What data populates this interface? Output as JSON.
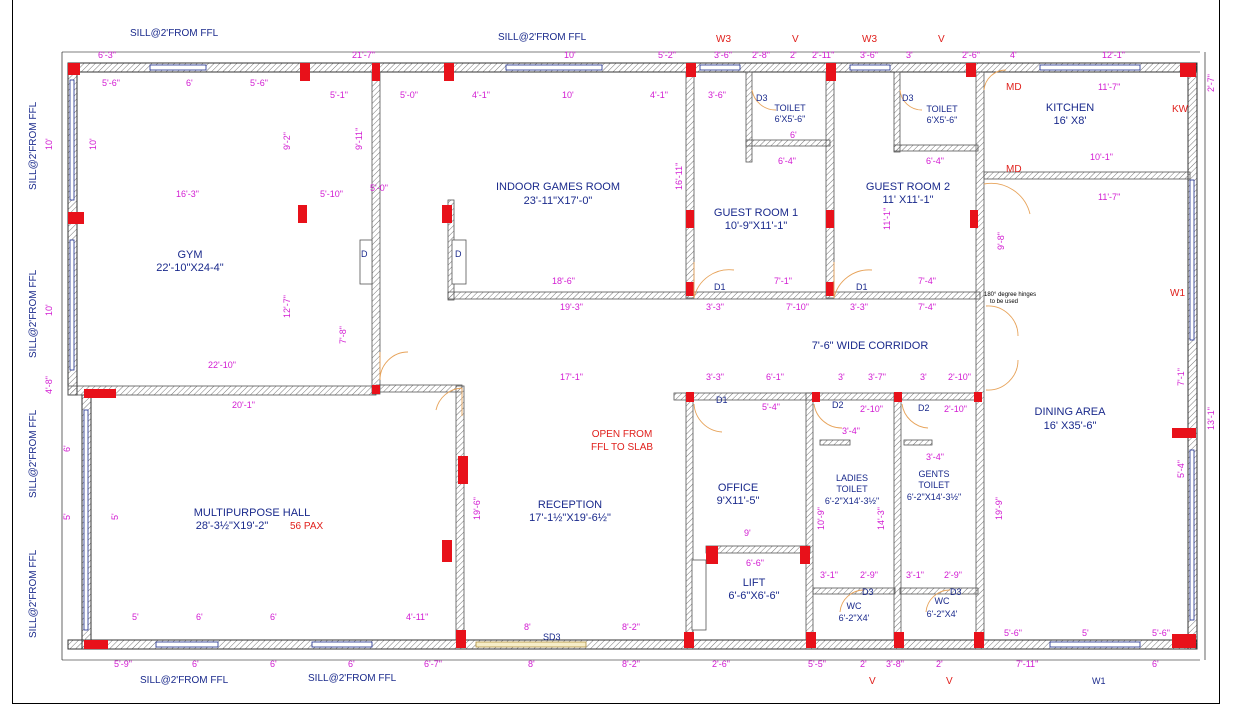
{
  "rooms": {
    "gym": {
      "name": "GYM",
      "size": "22'-10\"X24-4\""
    },
    "indoor_games": {
      "name": "INDOOR GAMES ROOM",
      "size": "23'-11\"X17'-0\""
    },
    "guest_room_1": {
      "name": "GUEST ROOM 1",
      "size": "10'-9\"X11'-1\""
    },
    "guest_room_2": {
      "name": "GUEST ROOM 2",
      "size": "11' X11'-1\""
    },
    "toilet_1": {
      "name": "TOILET",
      "size": "6'X5'-6\""
    },
    "toilet_2": {
      "name": "TOILET",
      "size": "6'X5'-6\""
    },
    "kitchen": {
      "name": "KITCHEN",
      "size": "16' X8'"
    },
    "corridor": {
      "name": "7'-6\" WIDE CORRIDOR"
    },
    "dining": {
      "name": "DINING AREA",
      "size": "16' X35'-6\""
    },
    "multipurpose": {
      "name": "MULTIPURPOSE HALL",
      "size": "28'-3½\"X19'-2\"",
      "pax": "56 PAX"
    },
    "reception": {
      "name": "RECEPTION",
      "size": "17'-1½\"X19'-6½\""
    },
    "office": {
      "name": "OFFICE",
      "size": "9'X11'-5\""
    },
    "lift": {
      "name": "LIFT",
      "size": "6'-6\"X6'-6\""
    },
    "ladies_toilet": {
      "name": "LADIES",
      "name2": "TOILET",
      "size": "6'-2\"X14'-3½\""
    },
    "gents_toilet": {
      "name": "GENTS",
      "name2": "TOILET",
      "size": "6'-2\"X14'-3½\""
    },
    "wc1": {
      "name": "WC",
      "size": "6'-2\"X4'"
    },
    "wc2": {
      "name": "WC",
      "size": "6'-2\"X4'"
    }
  },
  "notes": {
    "open_line1": "OPEN FROM",
    "open_line2": "FFL TO SLAB",
    "hinge_line1": "180° degree hinges",
    "hinge_line2": "to be used",
    "sill_top_left": "SILL@2'FROM FFL",
    "sill_top_mid": "SILL@2'FROM FFL",
    "sill_bottom_left": "SILL@2'FROM FFL",
    "sill_bottom_mid": "SILL@2'FROM FFL",
    "sill_left_1": "SILL@2'FROM FFL",
    "sill_left_2": "SILL@2'FROM FFL",
    "sill_left_3": "SILL@2'FROM FFL",
    "sill_left_4": "SILL@2'FROM FFL"
  },
  "markers": {
    "w3a": "W3",
    "va": "V",
    "w3b": "W3",
    "vb": "V",
    "md1": "MD",
    "md2": "MD",
    "kw": "KW",
    "w1_right": "W1",
    "d3a": "D3",
    "d3b": "D3",
    "d": "D",
    "d_small": "D",
    "d1a": "D1",
    "d1b": "D1",
    "d1c": "D1",
    "d2a": "D2",
    "d2b": "D2",
    "d3c": "D3",
    "d3d": "D3",
    "sd3": "SD3",
    "v_bottom1": "V",
    "v_bottom2": "V",
    "w1_bottom": "W1"
  },
  "dims_top": [
    "6'-3\"",
    "21'-7\"",
    "10'",
    "5'-2\"",
    "3'-6\"",
    "2'-8\"",
    "2'",
    "2'-11\"",
    "3'-6\"",
    "3'",
    "2'-6\"",
    "4'",
    "12'-1\""
  ],
  "dims_bottom": [
    "5'-9\"",
    "6'",
    "6'",
    "6'",
    "6'-7\"",
    "8'",
    "8'-2\"",
    "2'-6\"",
    "5'-5\"",
    "2'",
    "3'-8\"",
    "2'",
    "7'-11\"",
    "6'"
  ],
  "dims_inner": [
    "5'-6\"",
    "6'",
    "5'-6\"",
    "5'-1\"",
    "5'-0\"",
    "4'-1\"",
    "10'",
    "4'-1\"",
    "3'-6\"",
    "16'-3\"",
    "5'-10\"",
    "5'-0\"",
    "18'-6\"",
    "7'-1\"",
    "7'-4\"",
    "19'-3\"",
    "3'-3\"",
    "7'-10\"",
    "3'-3\"",
    "7'-4\"",
    "22'-10\"",
    "17'-1\"",
    "3'-3\"",
    "6'-1\"",
    "3'",
    "3'-7\"",
    "3'",
    "2'-10\"",
    "20'-1\"",
    "5'-4\"",
    "2'-10\"",
    "2'-10\"",
    "3'-4\"",
    "3'-4\"",
    "9'",
    "6'-6\"",
    "3'-1\"",
    "2'-9\"",
    "3'-1\"",
    "2'-9\"",
    "5'",
    "6'",
    "6'",
    "4'-11\"",
    "8'",
    "8'-2\"",
    "5'-6\"",
    "5'",
    "5'-6\"",
    "11'-7\"",
    "10'-1\"",
    "11'-7\"",
    "6'-4\"",
    "6'-4\"",
    "6'",
    "9'-2\"",
    "9'-11\"",
    "12'-7\"",
    "7'-8\"",
    "19'-6\"",
    "10'-9\"",
    "14'-3\"",
    "16'-11\"",
    "11'-1\"",
    "9'-8\"",
    "19'-9\"",
    "7'-1\"",
    "13'-1\"",
    "5'-4\"",
    "10'",
    "10'",
    "10'",
    "6'",
    "5'",
    "5'",
    "2'-7\"",
    "4'-8\""
  ]
}
